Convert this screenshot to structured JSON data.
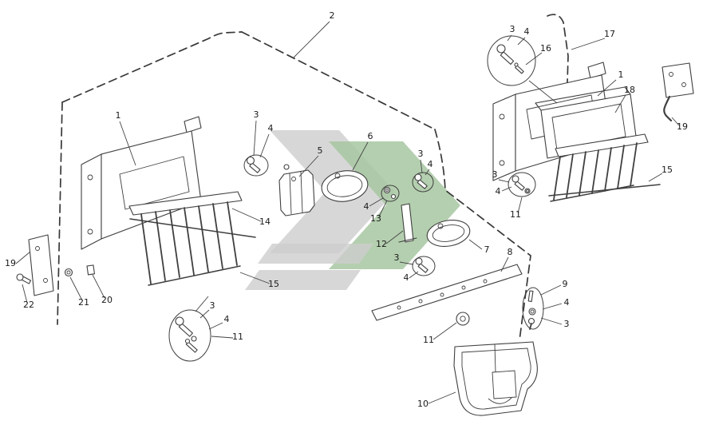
{
  "canvas": {
    "background": "#ffffff",
    "line_color": "#3f3f3f"
  },
  "watermark": {
    "gray": "#cdcdcd",
    "green": "#a7c7a1"
  },
  "labels": [
    "2",
    "1",
    "3",
    "4",
    "5",
    "6",
    "3",
    "4",
    "4",
    "13",
    "12",
    "14",
    "15",
    "7",
    "8",
    "3",
    "4",
    "11",
    "3",
    "4",
    "11",
    "19",
    "22",
    "21",
    "20",
    "9",
    "4",
    "3",
    "10",
    "3",
    "4",
    "16",
    "17",
    "1",
    "18",
    "15",
    "3",
    "4",
    "11",
    "19"
  ]
}
